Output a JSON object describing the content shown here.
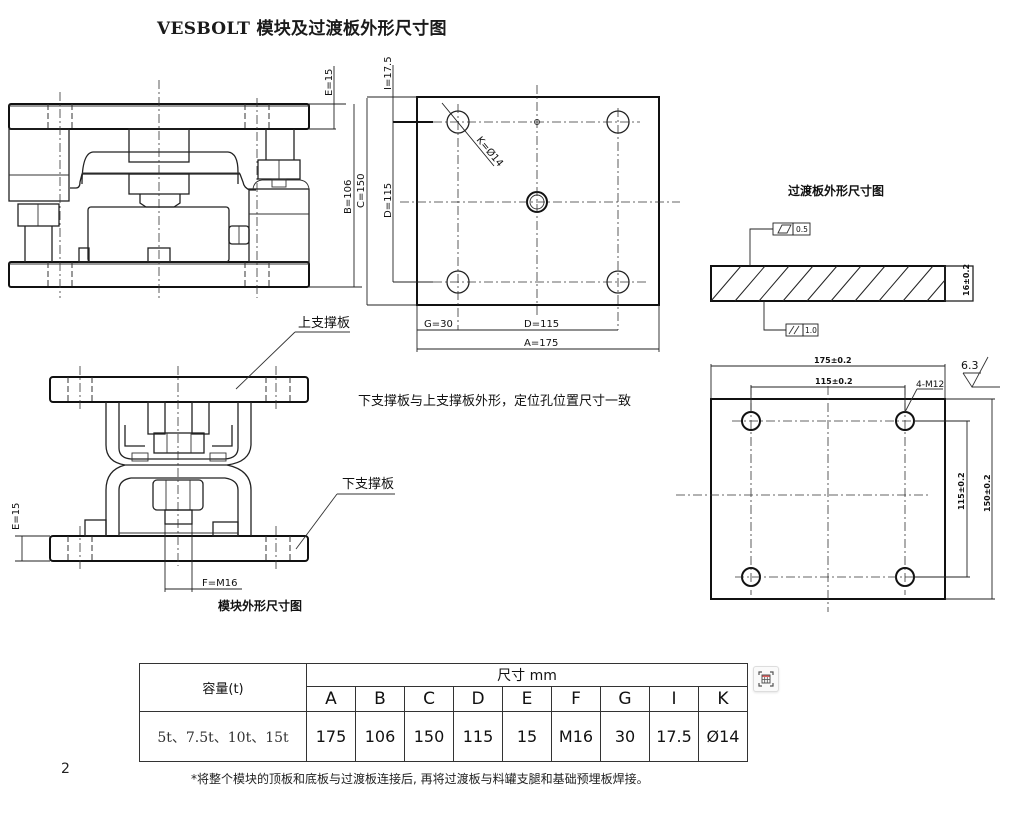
{
  "title": "VESBOLT 模块及过渡板外形尺寸图",
  "front_view": {
    "dim_E": "E=15",
    "dim_B": "B=106",
    "dim_C": "C=150"
  },
  "plan_view": {
    "dim_I": "I=17.5",
    "dim_D_vertical": "D=115",
    "dim_K": "K=Ø14",
    "dim_G": "G=30",
    "dim_D_horizontal": "D=115",
    "dim_A": "A=175"
  },
  "side_view": {
    "label_upper": "上支撑板",
    "label_lower": "下支撑板",
    "dim_E": "E=15",
    "dim_F": "F=M16",
    "caption": "模块外形尺寸图"
  },
  "note_center": "下支撑板与上支撑板外形，定位孔位置尺寸一致",
  "adapter_plate": {
    "title": "过渡板外形尺寸图",
    "flatness_tol": "0.5",
    "parallel_tol": "1.0",
    "thickness": "16±0.2",
    "width": "175±0.2",
    "hole_spacing_h": "115±0.2",
    "hole_spacing_v": "115±0.2",
    "height": "150±0.2",
    "holes": "4-M12",
    "roughness": "6.3"
  },
  "table": {
    "capacity_header": "容量(t)",
    "group_header": "尺寸 mm",
    "columns": [
      "A",
      "B",
      "C",
      "D",
      "E",
      "F",
      "G",
      "I",
      "K"
    ],
    "rows": [
      {
        "capacity": "5t、7.5t、10t、15t",
        "values": [
          "175",
          "106",
          "150",
          "115",
          "15",
          "M16",
          "30",
          "17.5",
          "Ø14"
        ]
      }
    ]
  },
  "page_number": "2",
  "footnote": "*将整个模块的顶板和底板与过渡板连接后, 再将过渡板与料罐支腿和基础预埋板焊接。",
  "icons": {
    "table_tool": "table-icon"
  }
}
